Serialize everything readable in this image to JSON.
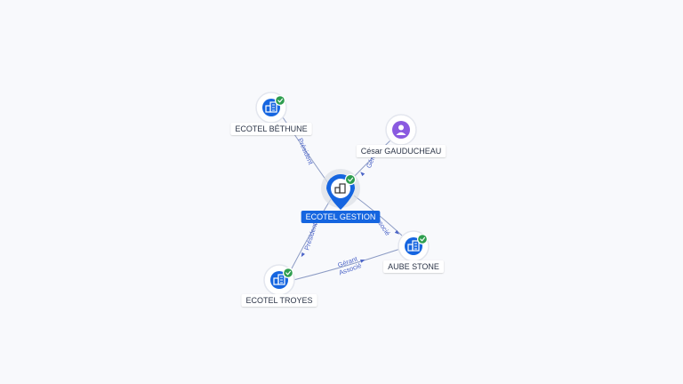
{
  "colors": {
    "background": "#f8f9fc",
    "company_icon": "#1565e0",
    "person_icon": "#8a5ae0",
    "verified_badge": "#2e9e4f",
    "edge_line": "#8c9bc4",
    "edge_label": "#4a63c7",
    "center_label_bg": "#1565e0"
  },
  "nodes": [
    {
      "id": "gestion",
      "label": "ECOTEL GESTION",
      "kind": "company",
      "icon": "building-icon",
      "verified": true,
      "center": true
    },
    {
      "id": "bethune",
      "label": "ECOTEL BÉTHUNE",
      "kind": "company",
      "icon": "building-icon",
      "verified": true
    },
    {
      "id": "cesar",
      "label": "César GAUDUCHEAU",
      "kind": "person",
      "icon": "person-icon",
      "verified": false
    },
    {
      "id": "aube",
      "label": "AUBE STONE",
      "kind": "company",
      "icon": "building-icon",
      "verified": true
    },
    {
      "id": "troyes",
      "label": "ECOTEL TROYES",
      "kind": "company",
      "icon": "building-icon",
      "verified": true
    }
  ],
  "edges": [
    {
      "id": "gestion-bethune",
      "from": "gestion",
      "to": "bethune",
      "label": "Président"
    },
    {
      "id": "cesar-gestion",
      "from": "cesar",
      "to": "gestion",
      "label": "Gérant"
    },
    {
      "id": "gestion-aube",
      "from": "gestion",
      "to": "aube",
      "label": "Associé"
    },
    {
      "id": "gestion-troyes",
      "from": "gestion",
      "to": "troyes",
      "label": "Président"
    },
    {
      "id": "troyes-aube",
      "from": "troyes",
      "to": "aube",
      "label": "Gérant\nAssocié"
    }
  ]
}
